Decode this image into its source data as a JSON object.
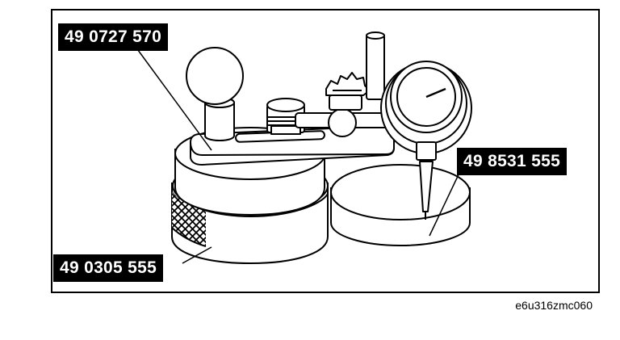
{
  "figure": {
    "code": "e6u316zmc060"
  },
  "callouts": {
    "holder": "49 0727 570",
    "gauge": "49 8531 555",
    "base": "49 0305 555"
  }
}
